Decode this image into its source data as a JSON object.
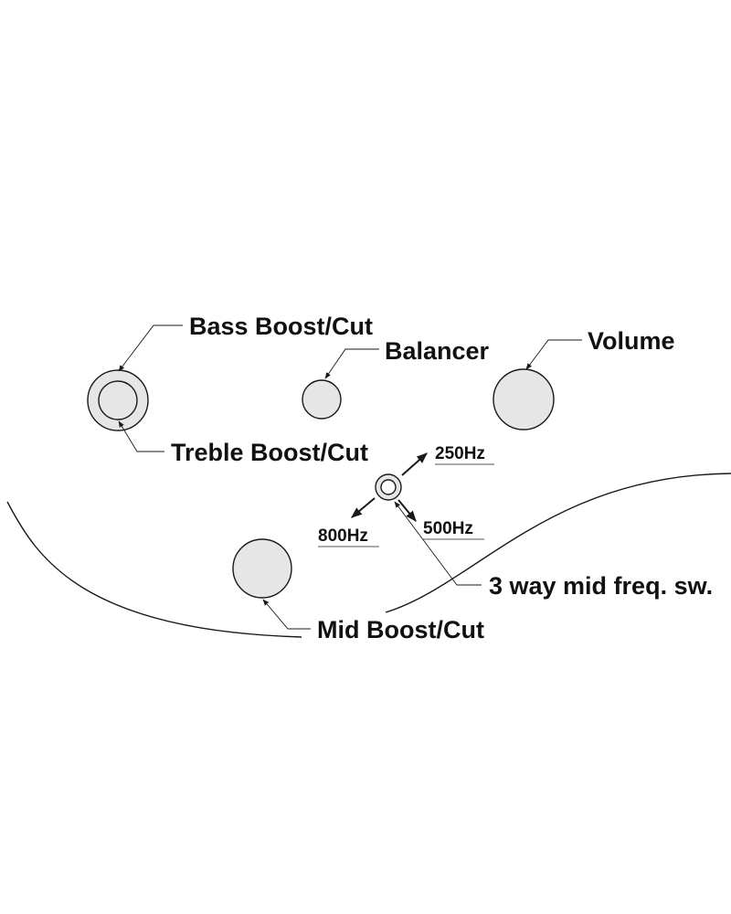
{
  "labels": {
    "bass": "Bass Boost/Cut",
    "balancer": "Balancer",
    "volume": "Volume",
    "treble": "Treble Boost/Cut",
    "freq_250": "250Hz",
    "freq_800": "800Hz",
    "freq_500": "500Hz",
    "mid_switch": "3 way mid freq. sw.",
    "mid": "Mid Boost/Cut"
  },
  "colors": {
    "knob_fill": "#e6e6e6",
    "stroke": "#1a1a1a",
    "text": "#111111"
  }
}
